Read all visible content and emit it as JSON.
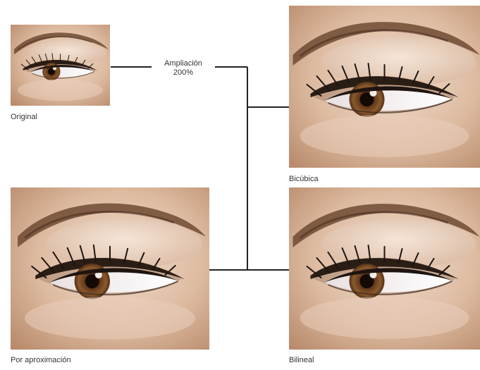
{
  "magnification": {
    "line1": "Ampliación",
    "line2": "200%"
  },
  "images": {
    "original": {
      "caption": "Original"
    },
    "bicubica": {
      "caption": "Bicúbica"
    },
    "aproximacion": {
      "caption": "Por aproximación"
    },
    "bilineal": {
      "caption": "Bilineal"
    }
  },
  "colors": {
    "connector": "#222222",
    "skin": "#d2ad92",
    "iris": "#6b3a1e",
    "lash": "#1e1410"
  }
}
